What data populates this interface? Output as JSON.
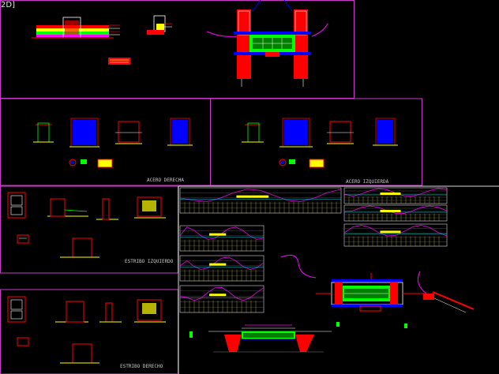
{
  "viewport": {
    "tag": "2D]"
  },
  "labels": {
    "acero_derecha": "ACERO DERECHA",
    "acero_izquierda": "ACERO IZQUIERDA",
    "estribo_izquierdo": "ESTRIBO IZQUIERDO",
    "estribo_derecho": "ESTRIBO DERECHO"
  },
  "colors": {
    "background": "#000000",
    "frame": "#c83cc8",
    "frame_white": "#d8d8d8",
    "red": "#ff0000",
    "yellow": "#ffff00",
    "green": "#00ff00",
    "blue": "#0000ff",
    "cyan": "#00ffff",
    "magenta": "#ff00ff",
    "white": "#ffffff",
    "gray": "#808080"
  }
}
